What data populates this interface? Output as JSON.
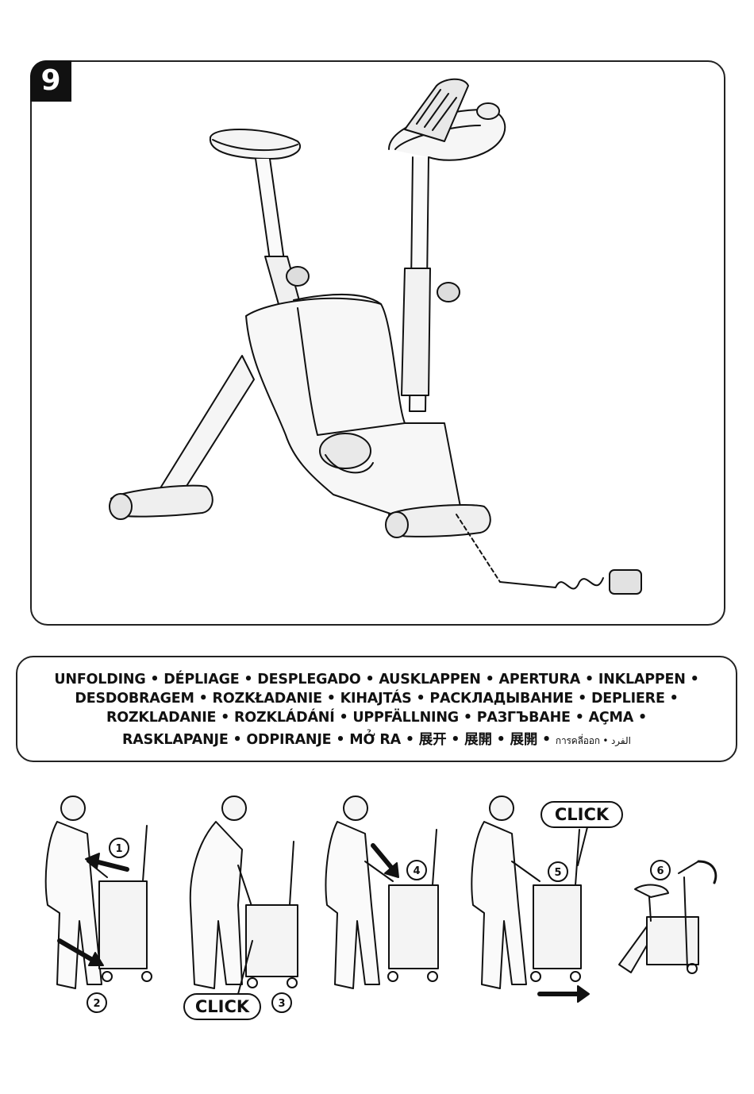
{
  "step_number": "9",
  "title": {
    "line1": "UNFOLDING • DÉPLIAGE • DESPLEGADO • AUSKLAPPEN • APERTURA • INKLAPPEN •",
    "line2": "DESDOBRAGEM • ROZKŁADANIE • KIHAJTÁS • РАСКЛАДЫВАНИЕ • DEPLIERE •",
    "line3": "ROZKLADANIE • ROZKLÁDÁNÍ • UPPFÄLLNING • РАЗГЪВАНЕ • AÇMA •",
    "line4_main": "RASKLAPANJE • ODPIRANJE • MỞ RA • 展开 • 展開 • 展開 •",
    "line4_small": "การคลี่ออก • الفرد"
  },
  "steps": {
    "numbers": [
      "1",
      "2",
      "3",
      "4",
      "5",
      "6"
    ],
    "click_label_a": "CLICK",
    "click_label_b": "CLICK"
  }
}
